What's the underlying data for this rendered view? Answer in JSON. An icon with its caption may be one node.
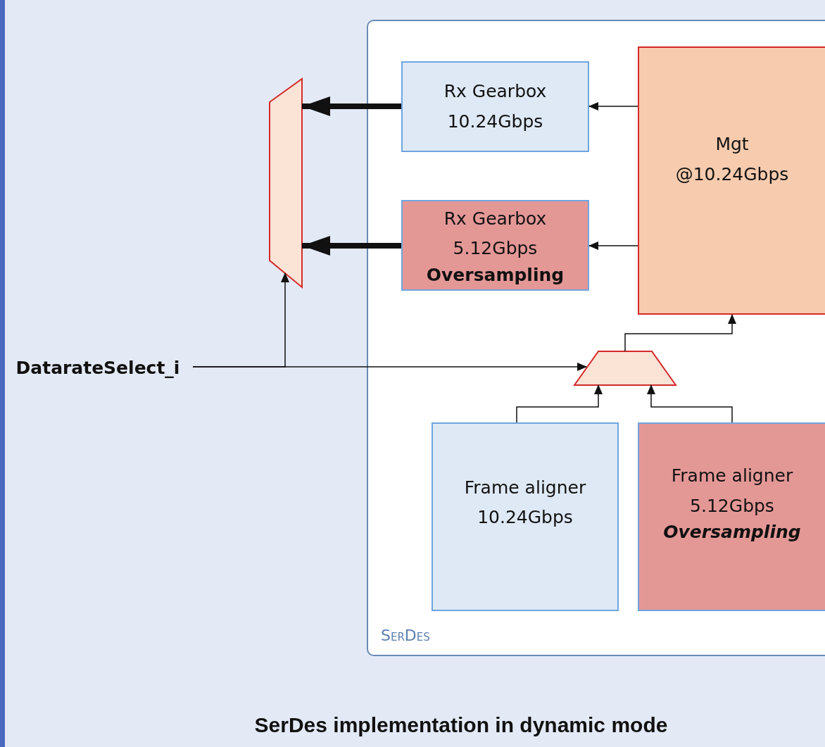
{
  "diagram": {
    "caption": "SerDes implementation in dynamic mode",
    "nodes": [
      {
        "text": [
          "SerDes"
        ]
      },
      {
        "text": [
          "Rx Gearbox 10.24Gbps"
        ],
        "in": 0
      },
      {
        "text": [
          "Rx Gearbox 5.12Gbps",
          "Oversampling"
        ],
        "in": 0
      },
      {
        "text": [
          "Mgt @10.24Gbps"
        ],
        "in": 0
      },
      {
        "text": [],
        "shape": "trapezoid",
        "in": 0
      },
      {
        "text": [
          "Frame aligner 10.24Gbps"
        ],
        "in": 0
      },
      {
        "text": [
          "Frame aligner 5.12Gbps",
          "Oversampling"
        ],
        "in": 0
      },
      {
        "text": [],
        "shape": "trapezoid"
      },
      {
        "text": [
          "DatarateSelect_i"
        ]
      }
    ],
    "edges": [
      {
        "from": 3,
        "to": 1,
        "arrow": "to"
      },
      {
        "from": 3,
        "to": 2,
        "arrow": "to"
      },
      {
        "from": 1,
        "to": 7,
        "arrow": "to",
        "style": "thick"
      },
      {
        "from": 2,
        "to": 7,
        "arrow": "to",
        "style": "thick"
      },
      {
        "from": 8,
        "to": 7,
        "arrow": "to"
      },
      {
        "from": 8,
        "to": 4,
        "arrow": "to"
      },
      {
        "from": 5,
        "to": 4,
        "arrow": "to"
      },
      {
        "from": 6,
        "to": 4,
        "arrow": "to"
      },
      {
        "from": 4,
        "to": 3,
        "arrow": "to"
      }
    ]
  }
}
